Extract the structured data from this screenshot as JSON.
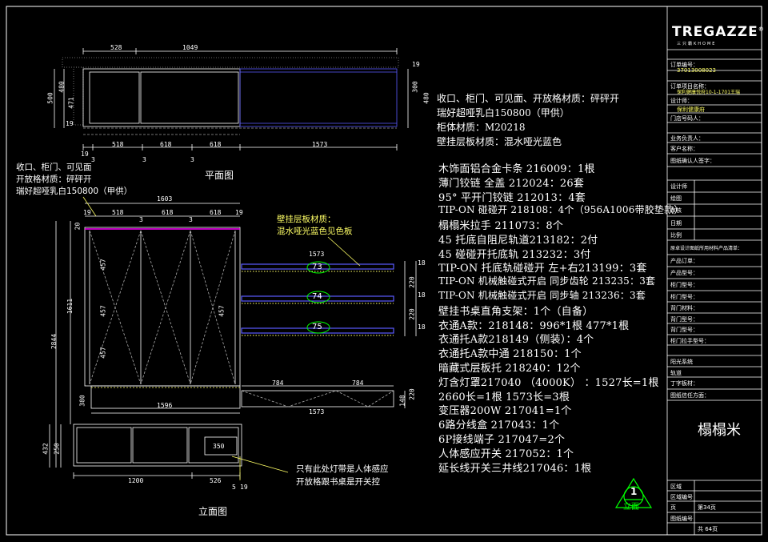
{
  "brand": {
    "name": "TREGAZZE",
    "sub": "三只霸KHOME",
    "mark": "®"
  },
  "title_block": {
    "order_no_label": "订单编号：",
    "order_no_value": "37013008023",
    "project_label": "订单项目名称：",
    "project_value": "保利健康悦府10-1-1701王瑞",
    "designer_label": "设计师：",
    "designer_value": "保利健康府",
    "row_labels": [
      "门店号码人：",
      "业务负责人：",
      "客户名称：",
      "图纸确认人签字：",
      "设计师",
      "绘图",
      "审核",
      "日期",
      "比例",
      "原卓设计图纸所用材料产品清单：",
      "产品订单：",
      "产品型号：",
      "柜门型号：",
      "柜门型号：",
      "背门材料：",
      "背门型号：",
      "背门型号：",
      "柜门拉手型号：",
      "阳光系统",
      "轨道",
      "丁字板材：",
      "图纸信任方面："
    ],
    "room_name": "榻榻米",
    "area_label": "区域",
    "area_code_label": "区域编号",
    "page_label": "页",
    "page_value": "第34页",
    "total_label": "共 64页",
    "drawing_no_label": "图纸编号"
  },
  "plan": {
    "title": "平面图",
    "top_dims": [
      "528",
      "1049"
    ],
    "bottom_dims": [
      "19",
      "3",
      "518",
      "3",
      "618",
      "3",
      "618",
      "1573"
    ],
    "left_dims": [
      "500",
      "480",
      "471",
      "19",
      "19"
    ],
    "right_dims": [
      "300",
      "480"
    ]
  },
  "elevation": {
    "title": "立面图",
    "top_dims": [
      "1603",
      "19",
      "518",
      "3",
      "618",
      "3",
      "618",
      "19"
    ],
    "shelf_dims": [
      "1573"
    ],
    "shelf_side_dims": [
      "18",
      "220",
      "18",
      "220",
      "18",
      "220"
    ],
    "shelf_labels": [
      "73",
      "74",
      "75"
    ],
    "left_dims": [
      "2844",
      "1611",
      "20"
    ],
    "door_dims": [
      "457",
      "457",
      "457",
      "457"
    ],
    "bottom_dims": [
      "1596",
      "380",
      "784",
      "784",
      "1573"
    ],
    "base_dims": [
      "1200",
      "526",
      "350",
      "148",
      "432",
      "250"
    ],
    "marks": [
      "5",
      "19"
    ]
  },
  "notes": {
    "top_material": [
      "收口、柜门、可见面、开放格材质：砰砰开",
      "瑞好超哑乳白150800（甲供）",
      "柜体材质：M20218",
      "壁挂层板材质：混水哑光蓝色"
    ],
    "left_material": [
      "收口、柜门、可见面",
      "开放格材质：砰砰开",
      "瑞好超哑乳白150800（甲供）"
    ],
    "shelf_material": [
      "壁挂层板材质：",
      "混水哑光蓝色见色板"
    ],
    "light_note": [
      "只有此处灯带是人体感应",
      "开放格跟书桌是开关控"
    ]
  },
  "hardware_list": [
    "木饰面铝合金卡条  216009：1根",
    "薄门铰链 全盖 212024：26套",
    "95° 平开门铰链 212013：4套",
    "TIP-ON  碰碰开 218108：4个（956A1006带胶垫款）",
    "榻榻米拉手 211073：8个",
    "45 托底自阻尼轨道213182：2付",
    "45 碰碰开托底轨 213232：3付",
    "TIP-ON 托底轨碰碰开 左+右213199：3套",
    "TIP-ON 机械触碰式开启  同步齿轮 213235：3套",
    "TIP-ON 机械触碰式开启  同步轴 213236：3套",
    "壁挂书桌直角支架：1个（自备）",
    "衣通A款：218148：996*1根  477*1根",
    "衣通托A款218149（侧装）：4个",
    "衣通托A款中通 218150：1个",
    "暗藏式层板托 218240：12个",
    "灯含灯罩217040 （4000K） ：1527长=1根",
    "2660长=1根 1573长=3根",
    "变压器200W 217041=1个",
    "6路分线盒 217043：1个",
    "6P接线端子 217047=2个",
    "人体感应开关 217052：1个",
    "延长线开关三井线217046：1根"
  ],
  "symbol": {
    "number": "1",
    "label": "立面"
  },
  "colors": {
    "background": "#000000",
    "lines": "#ffffff",
    "accent": "#00ff00",
    "highlight": "#ff00ff",
    "note": "#ffff66",
    "shelf": "#5a5aff"
  }
}
